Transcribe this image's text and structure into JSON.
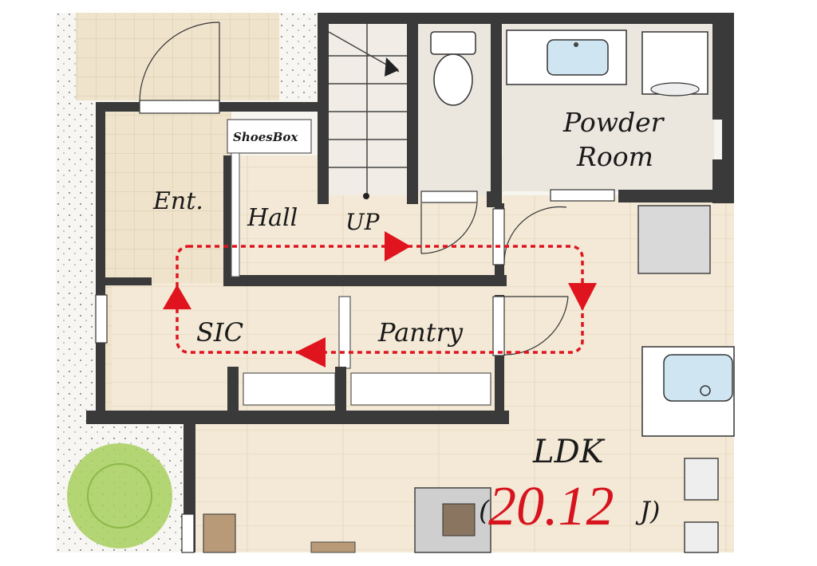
{
  "rooms": {
    "shoes_box": "ShoesBox",
    "entrance": "Ent.",
    "hall": "Hall",
    "stairs_up": "UP",
    "powder_room_line1": "Powder",
    "powder_room_line2": "Room",
    "sic": "SIC",
    "pantry": "Pantry",
    "ldk": "LDK"
  },
  "ldk_area": {
    "open_paren": "(",
    "value": "20.12",
    "unit": "J)"
  },
  "colors": {
    "wall": "#3a3a3a",
    "floor_tile": "#efe3cc",
    "floor_wood": "#f3e9d6",
    "flow_arrow": "#e0141e",
    "area_value": "#d7141e",
    "greenery": "#a8cf5e"
  },
  "icons": [
    "toilet-icon",
    "sink-icon",
    "washing-machine-icon",
    "bathtub-icon",
    "sofa-icon",
    "chair-icon",
    "plant-icon",
    "stair-direction-arrow-icon",
    "door-swing-icon"
  ]
}
